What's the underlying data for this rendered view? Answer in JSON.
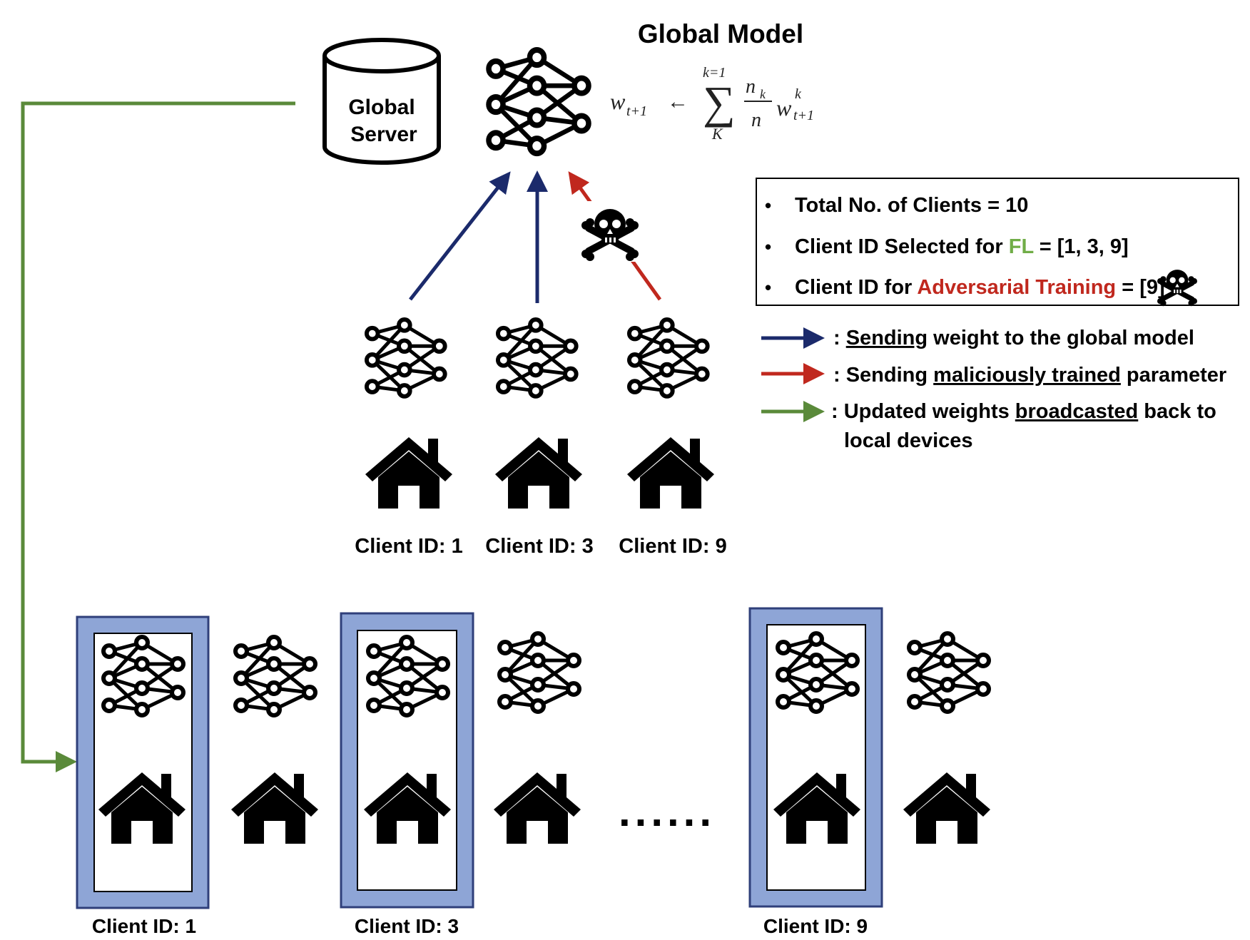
{
  "title": "Global Model",
  "server_label_line1": "Global",
  "server_label_line2": "Server",
  "formula": {
    "lhs": "w",
    "lhs_sub": "t+1",
    "arrow": "←",
    "sum_top": "k=1",
    "sum_sym": "∑",
    "sum_bottom": "K",
    "frac_num": "n",
    "frac_num_sub": "k",
    "frac_den": "n",
    "rhs": "w",
    "rhs_sup": "k",
    "rhs_sub": "t+1"
  },
  "info_box": {
    "bullet": "•",
    "line1": "Total No. of Clients = 10",
    "line2_pre": "Client ID Selected for ",
    "line2_hl": "FL",
    "line2_post": " = [1, 3, 9]",
    "line3_pre": "Client ID for ",
    "line3_hl": "Adversarial Training",
    "line3_post": " = [9]"
  },
  "legend": {
    "blue_prefix": ": ",
    "blue_u": "Sending",
    "blue_rest": " weight to the global model",
    "red_prefix": ": Sending ",
    "red_u": "maliciously trained",
    "red_rest": " parameter",
    "green_prefix": ": Updated weights ",
    "green_u": "broadcasted",
    "green_rest": " back to",
    "green_line2": "local devices"
  },
  "selected_clients": [
    {
      "label": "Client ID: 1"
    },
    {
      "label": "Client ID: 3"
    },
    {
      "label": "Client ID: 9"
    }
  ],
  "bottom_labels": [
    "Client ID: 1",
    "Client ID: 3",
    "Client ID: 9"
  ],
  "ellipsis": "......",
  "colors": {
    "blue": "#1b2a6b",
    "red": "#c0281e",
    "green": "#5a8a3a",
    "fl_green": "#70ad47",
    "adv_red": "#c0281e",
    "highlight_fill": "#8ea5d6",
    "highlight_stroke": "#2f3f7a"
  }
}
